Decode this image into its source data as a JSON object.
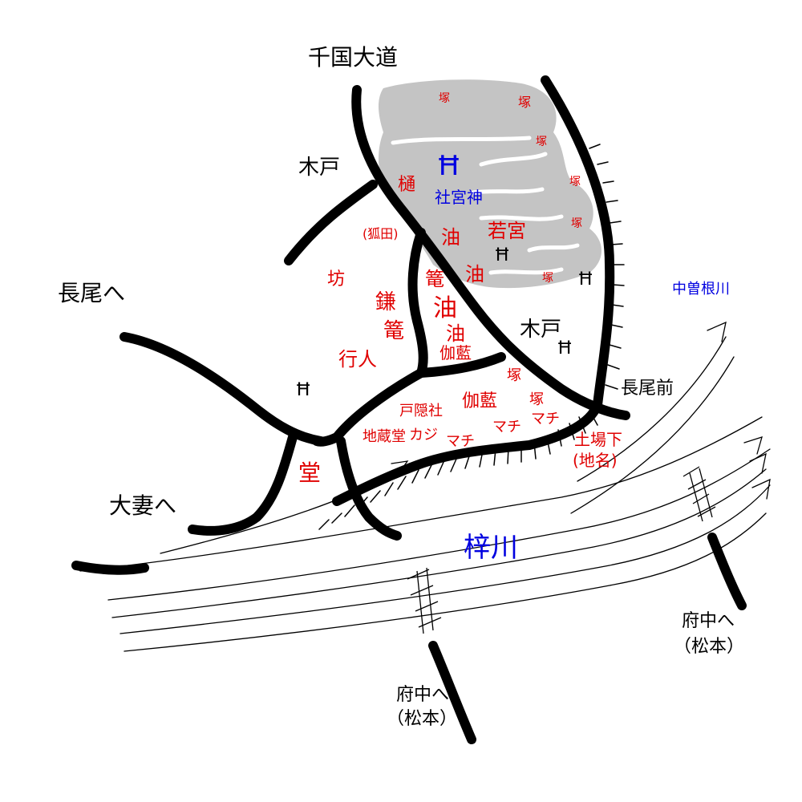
{
  "colors": {
    "road": "#000000",
    "shrine_area": "#c4c4c4",
    "red_label": "#e00000",
    "blue_label": "#0000e0"
  },
  "labels": {
    "senkoku_road": "千国大道",
    "kido_upper": "木戸",
    "kido_lower": "木戸",
    "to_nagao": "長尾へ",
    "to_oozuma": "大妻へ",
    "nagao_mae": "長尾前",
    "to_fuchu_left_1": "府中へ",
    "to_fuchu_left_2": "（松本）",
    "to_fuchu_right_1": "府中へ",
    "to_fuchu_right_2": "（松本）",
    "azusa_river": "梓川",
    "nakasone_river": "中曽根川",
    "shrine_symbol": "Ħ",
    "shrine_name": "社宮神",
    "tsuka_1": "塚",
    "tsuka_2": "塚",
    "tsuka_3": "塚",
    "tsuka_4": "塚",
    "tsuka_5": "塚",
    "tsuka_6": "塚",
    "tsuka_7": "塚",
    "tsuka_8": "塚",
    "hi": "樋",
    "kitsuneda": "(狐田)",
    "abura_1": "油",
    "abura_2": "油",
    "abura_3": "油",
    "abura_4": "油",
    "wakamiya": "若宮",
    "bou": "坊",
    "kama": "鎌",
    "kago_1": "篭",
    "kago_2": "篭",
    "gyounin": "行人",
    "garan_1": "伽藍",
    "garan_2": "伽藍",
    "togakushi_sha": "戸隠社",
    "jizoudou": "地蔵堂",
    "kaji": "カジ",
    "machi_1": "マチ",
    "machi_2": "マチ",
    "machi_3": "マチ",
    "doubahshita_1": "土場下",
    "doubahshita_2": "(地名)",
    "dou": "堂",
    "torii_small_1": "Ħ",
    "torii_small_2": "Ħ",
    "torii_small_3": "Ħ",
    "torii_small_4": "Ħ"
  }
}
